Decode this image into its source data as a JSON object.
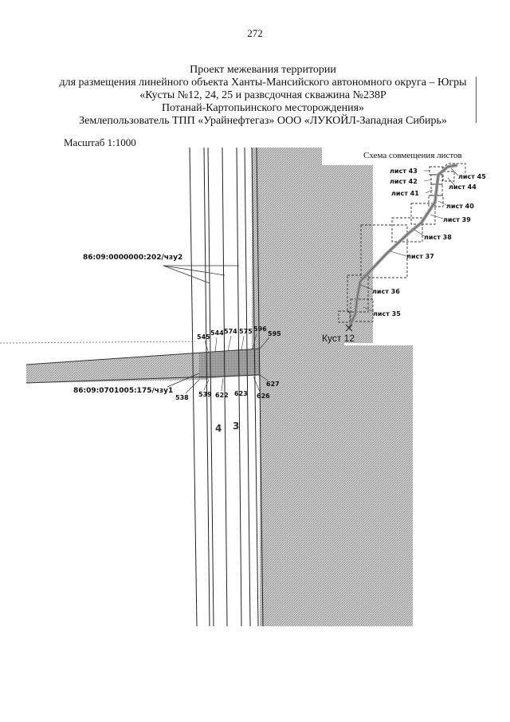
{
  "page_number": "272",
  "title_lines": [
    "Проект межевания территории",
    "для размещения линейного объекта Ханты-Мансийского автономного округа – Югры",
    "«Кусты №12, 24, 25  и развсдочная скважина №238Р",
    "Потанай-Картопьинского месторождения»",
    "Землепользователь ТПП «Урайнефтегаз» ООО «ЛУКОЙЛ-Западная Сибирь»"
  ],
  "scale_label": "Масштаб 1:1000",
  "parcels": {
    "upper": "86:09:0000000:202/чзу2",
    "lower": "86:09:0701005:175/чзу1"
  },
  "points_top": [
    "545",
    "544",
    "574",
    "575",
    "596",
    "595"
  ],
  "points_bottom": [
    "538",
    "539",
    "622",
    "623",
    "626",
    "627"
  ],
  "zone_numbers": [
    "4",
    "3"
  ],
  "scheme": {
    "title": "Схема совмещения листов",
    "sheets": [
      "лист 43",
      "лист 42",
      "лист 41",
      "лист 45",
      "лист 44",
      "лист 40",
      "лист 39",
      "лист 38",
      "лист 37",
      "лист 36",
      "лист 35"
    ],
    "cluster_label": "Куст 12"
  },
  "colors": {
    "hatch": "#b9b9b9",
    "route": "#9a9a9a",
    "line": "#222222"
  }
}
